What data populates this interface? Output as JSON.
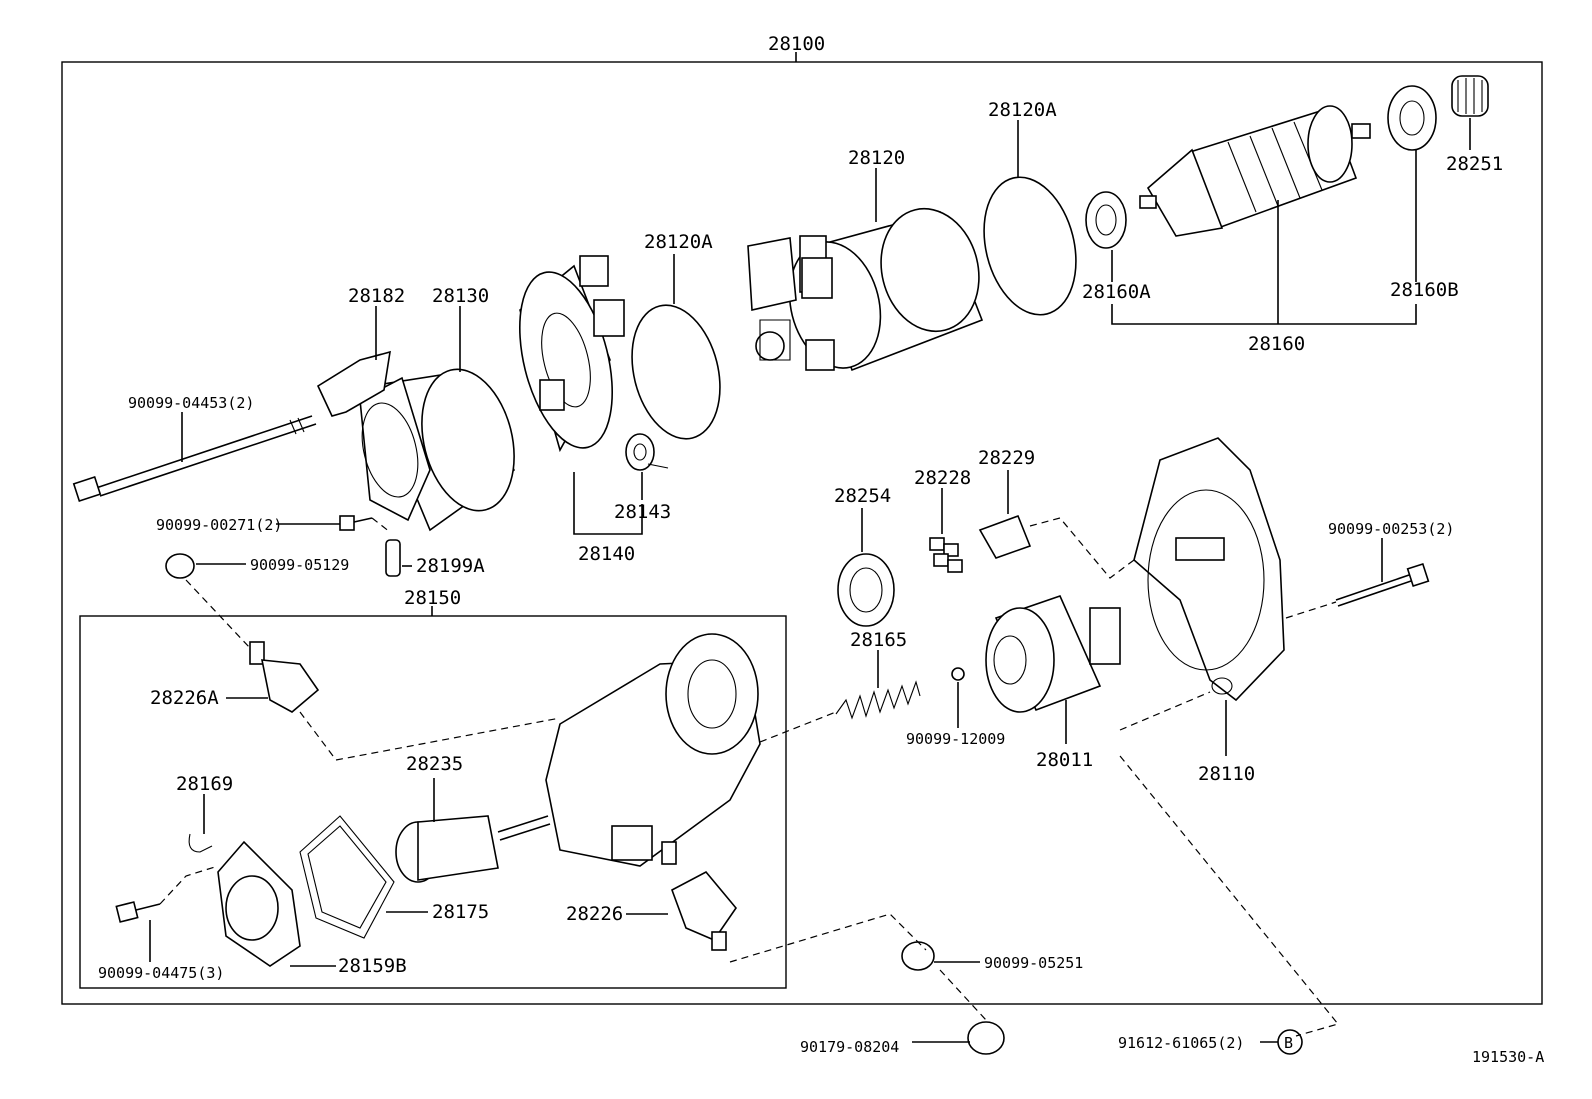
{
  "labels": {
    "assembly": "28100",
    "p28120A_top": "28120A",
    "p28120": "28120",
    "p28251": "28251",
    "p28160A": "28160A",
    "p28160B": "28160B",
    "p28160": "28160",
    "p28120A_left": "28120A",
    "p28182": "28182",
    "p28130": "28130",
    "b90099_04453": "90099-04453(2)",
    "b90099_00271": "90099-00271(2)",
    "p28143": "28143",
    "p28140": "28140",
    "b90099_05129": "90099-05129",
    "p28199A": "28199A",
    "p28150": "28150",
    "p28254": "28254",
    "p28228": "28228",
    "p28229": "28229",
    "b90099_00253": "90099-00253(2)",
    "p28226A": "28226A",
    "p28165": "28165",
    "b90099_12009": "90099-12009",
    "p28011": "28011",
    "p28110": "28110",
    "p28235": "28235",
    "p28169": "28169",
    "p28175": "28175",
    "p28226": "28226",
    "p28159B": "28159B",
    "b90099_04475": "90099-04475(3)",
    "b90099_05251": "90099-05251",
    "b90179_08204": "90179-08204",
    "b91612_61065": "91612-61065(2)",
    "ref_B": "B",
    "figure_id": "191530-A"
  }
}
